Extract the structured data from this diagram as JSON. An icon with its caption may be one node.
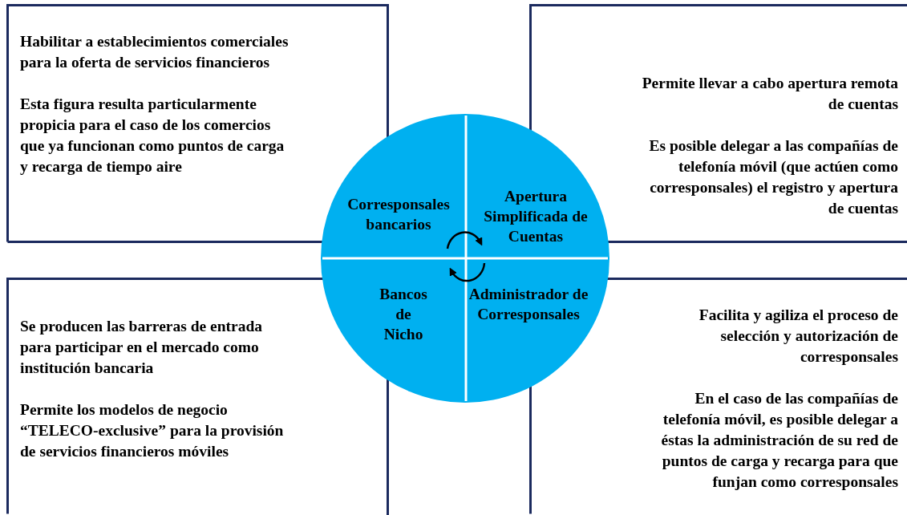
{
  "diagram": {
    "nodes": [
      {
        "text": [
          "Habilitar a establecimientos comerciales para la oferta de servicios financieros",
          "Esta figura resulta particularmente propicia para el caso de los comercios que ya funcionan como puntos de carga y recarga de tiempo aire"
        ]
      },
      {
        "text": [
          "Permite llevar a cabo apertura remota de cuentas",
          "Es posible delegar a las compañías de telefonía móvil (que actúen como corresponsales) el registro y apertura de cuentas"
        ]
      },
      {
        "text": [
          "Se producen las barreras de entrada para participar en el mercado como institución bancaria",
          "Permite los modelos de negocio “TELECO-exclusive” para la provisión de servicios financieros móviles"
        ]
      },
      {
        "text": [
          "Facilita y agiliza el proceso de selección y autorización de corresponsales",
          "En el caso de las compañías de telefonía móvil, es posible delegar a éstas la administración de su red de puntos de carga y recarga para que funjan como corresponsales"
        ]
      },
      {
        "text": [],
        "shape": "circle"
      },
      {
        "text": [
          "Corresponsales bancarios"
        ],
        "in": 4
      },
      {
        "text": [
          "Apertura Simplificada de Cuentas"
        ],
        "in": 4
      },
      {
        "text": [
          "Bancos de Nicho"
        ],
        "in": 4
      },
      {
        "text": [
          "Administrador de Corresponsales"
        ],
        "in": 4
      }
    ]
  }
}
